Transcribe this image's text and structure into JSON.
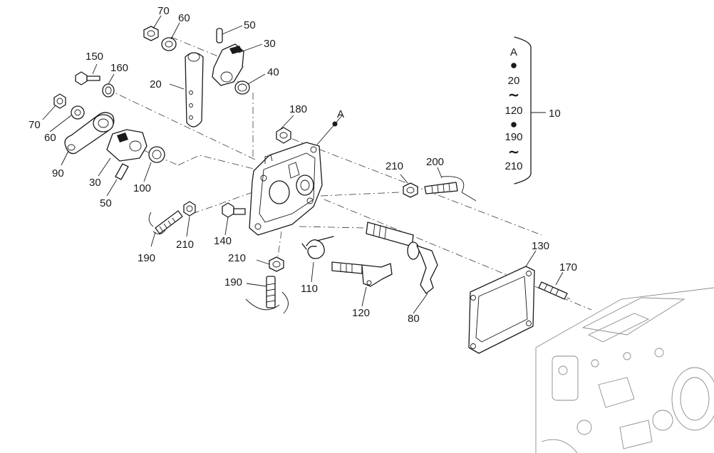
{
  "callouts": {
    "c70a": "70",
    "c60a": "60",
    "c50a": "50",
    "c30a": "30",
    "c20": "20",
    "c40": "40",
    "c150": "150",
    "c160": "160",
    "c180": "180",
    "cA": "A",
    "c70b": "70",
    "c60b": "60",
    "c90": "90",
    "c30b": "30",
    "c50b": "50",
    "c100": "100",
    "c210a": "210",
    "c200": "200",
    "c190a": "190",
    "c210b": "210",
    "c140": "140",
    "c210c": "210",
    "c190b": "190",
    "c110": "110",
    "c120": "120",
    "c80": "80",
    "c130": "130",
    "c170": "170"
  },
  "legend": {
    "start": "A",
    "item1": "20",
    "range_mark1": "~",
    "item2": "120",
    "item3": "190",
    "range_mark2": "~",
    "item4": "210",
    "group_ref": "10"
  }
}
